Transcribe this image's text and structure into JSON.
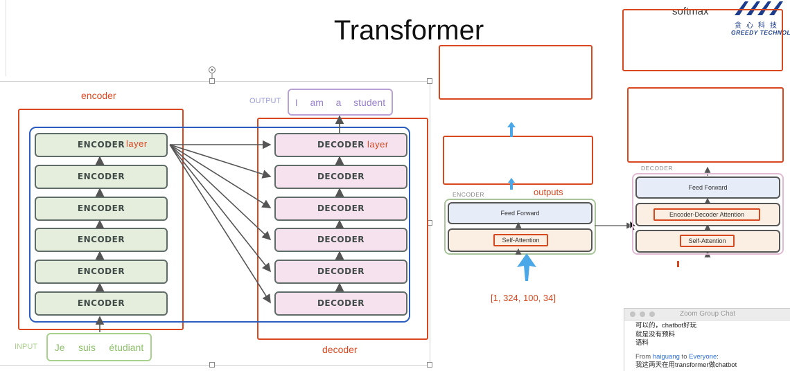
{
  "slide": {
    "title": "Transformer",
    "softmax_label": "softmax",
    "logo_text": "GREEDY TECHNOLO",
    "logo_cn": "贪心科技"
  },
  "left_diagram": {
    "encoder_label": "encoder",
    "decoder_label": "decoder",
    "output_label": "OUTPUT",
    "output_words": [
      "I",
      "am",
      "a",
      "student"
    ],
    "input_label": "INPUT",
    "input_words": [
      "Je",
      "suis",
      "étudiant"
    ],
    "encoders": [
      "ENCODER",
      "ENCODER",
      "ENCODER",
      "ENCODER",
      "ENCODER",
      "ENCODER"
    ],
    "decoders": [
      "DECODER",
      "DECODER",
      "DECODER",
      "DECODER",
      "DECODER",
      "DECODER"
    ],
    "layer_annotation": "layer"
  },
  "middle_diagram": {
    "encoder_label": "ENCODER",
    "outputs_label": "outputs",
    "feed_forward": "Feed Forward",
    "self_attention": "Self-Attention",
    "vector": "[1, 324, 100, 34]"
  },
  "right_diagram": {
    "decoder_label": "DECODER",
    "feed_forward": "Feed Forward",
    "enc_dec_attention": "Encoder-Decoder Attention",
    "self_attention": "Self-Attention"
  },
  "chat": {
    "title": "Zoom Group Chat",
    "lines": [
      "可以的，chatbot好玩",
      "就是没有预料",
      "语料"
    ],
    "from_prefix": "From ",
    "from_user": "haiguang",
    "to_text": " to ",
    "to_target": "Everyone",
    "colon": ":",
    "last_message": "我这两天在用transformer做chatbot"
  },
  "colors": {
    "accent_red": "#d9471f",
    "accent_blue": "#2a5dbf",
    "arrow_blue": "#4aa8e8",
    "encoder_fill": "#e5eedd",
    "decoder_fill": "#f6e2ef"
  }
}
